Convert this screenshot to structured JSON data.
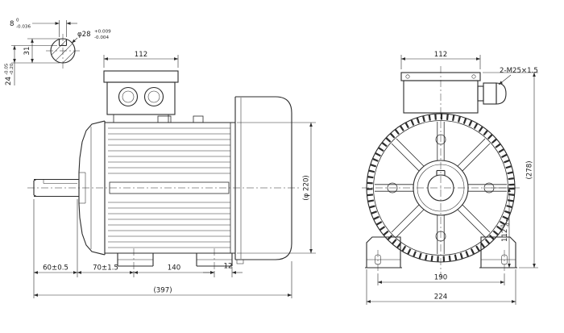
{
  "drawing": {
    "type": "electric-motor-outline-drawing",
    "line_color": "#2b2b2b",
    "background": "#ffffff"
  },
  "shaft_detail": {
    "keyway_width": "8",
    "keyway_width_tol_up": "0",
    "keyway_width_tol_low": "-0.036",
    "dim_31": "31",
    "shaft_dia": "φ28",
    "shaft_dia_tol_up": "+0.009",
    "shaft_dia_tol_low": "-0.004",
    "keyway_depth": "24",
    "keyway_depth_tol_up": "-0.05",
    "keyway_depth_tol_low": "-0.20"
  },
  "side_view": {
    "terminal_box_width": "112",
    "frame_dia": "(φ 220)",
    "shaft_extension": "60±0.5",
    "dim_70": "70±1.5",
    "foot_hole_spacing": "140",
    "dim_12": "12",
    "overall_length": "(397)"
  },
  "front_view": {
    "terminal_box_width": "112",
    "gland_label": "2-M25×1.5",
    "overall_height": "(278)",
    "shaft_height": "112",
    "shaft_height_tol_up": "0",
    "shaft_height_tol_low": "-0.5",
    "foot_hole_spacing": "190",
    "foot_width": "224"
  }
}
